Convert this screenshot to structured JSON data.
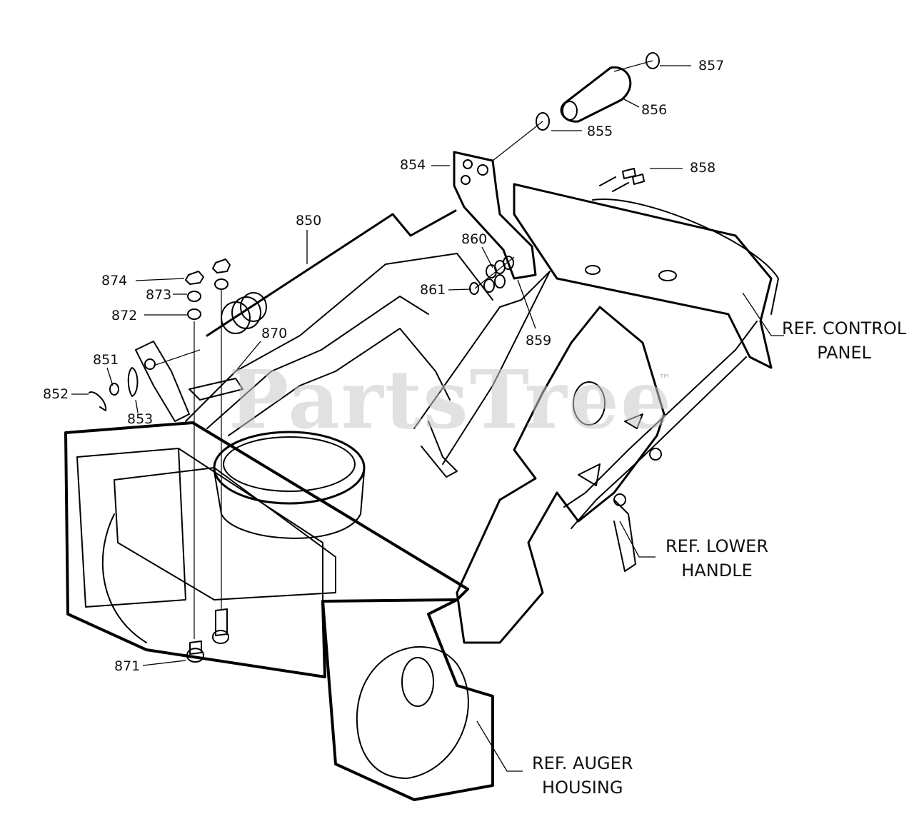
{
  "watermark": {
    "text": "PartsTree",
    "trademark": "™"
  },
  "callouts": {
    "c857": "857",
    "c856": "856",
    "c855": "855",
    "c858": "858",
    "c854": "854",
    "c850": "850",
    "c860": "860",
    "c861": "861",
    "c859": "859",
    "c874": "874",
    "c873": "873",
    "c872": "872",
    "c870": "870",
    "c851": "851",
    "c852": "852",
    "c853": "853",
    "c871": "871"
  },
  "references": {
    "control_panel": [
      "REF. CONTROL",
      "PANEL"
    ],
    "lower_handle": [
      "REF. LOWER",
      "HANDLE"
    ],
    "auger_housing": [
      "REF. AUGER",
      "HOUSING"
    ]
  }
}
